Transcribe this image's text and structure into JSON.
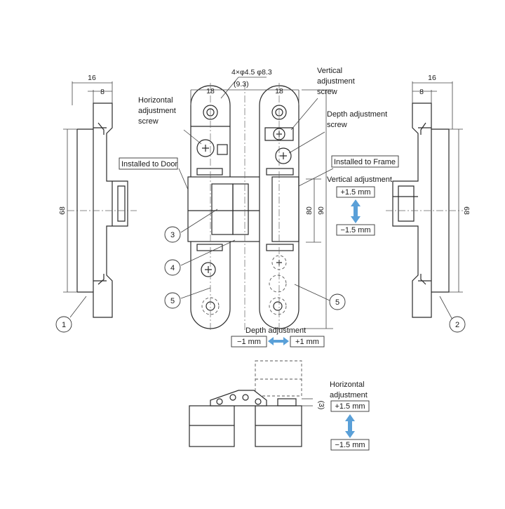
{
  "labels": {
    "hole_spec": "4×φ4.5 φ8.3",
    "hole_spec_sub": "(9.3)",
    "horizontal_screw": [
      "Horizontal",
      "adjustment",
      "screw"
    ],
    "vertical_screw": [
      "Vertical",
      "adjustment",
      "screw"
    ],
    "depth_screw": [
      "Depth adjustment",
      "screw"
    ],
    "installed_door": "Installed to Door",
    "installed_frame": "Installed to Frame",
    "vertical_adjustment": "Vertical adjustment",
    "depth_adjustment": "Depth adjustment",
    "horizontal_adjustment": [
      "Horizontal",
      "adjustment"
    ]
  },
  "dims": {
    "left_16": "16",
    "left_8": "8",
    "right_16": "16",
    "right_8": "8",
    "top_left_18": "18",
    "top_right_18": "18",
    "left_68": "68",
    "right_68": "68",
    "h80": "80",
    "h90": "90",
    "gap3": "(3)"
  },
  "values": {
    "vertical_plus": "+1.5 mm",
    "vertical_minus": "−1.5 mm",
    "depth_minus": "−1 mm",
    "depth_plus": "+1 mm",
    "horizontal_plus": "+1.5 mm",
    "horizontal_minus": "−1.5 mm"
  },
  "callouts": [
    "1",
    "2",
    "3",
    "4",
    "5",
    "5"
  ],
  "colors": {
    "arrow": "#5aa0d8",
    "line": "#2a2a2a"
  }
}
